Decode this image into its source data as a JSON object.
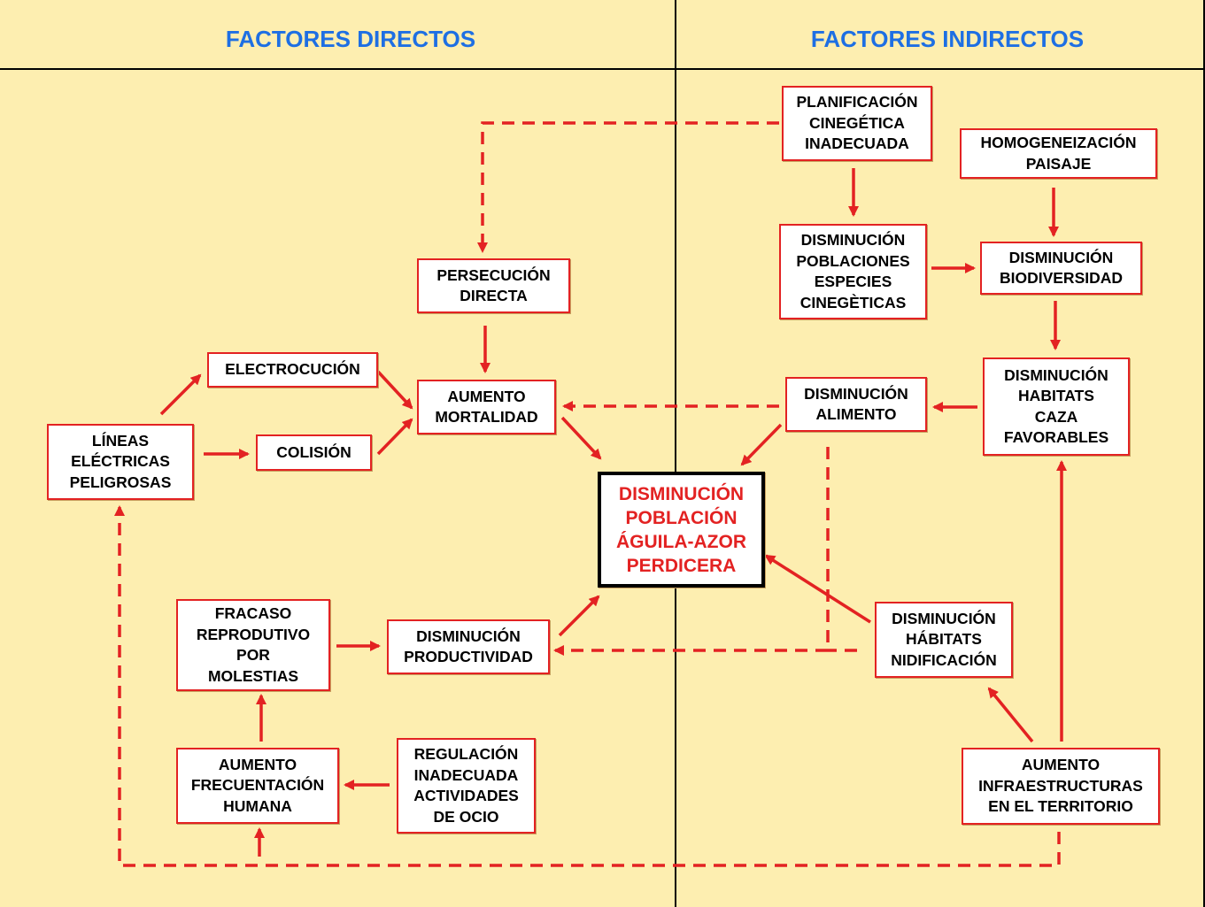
{
  "columns": {
    "direct": "FACTORES DIRECTOS",
    "indirect": "FACTORES INDIRECTOS"
  },
  "colors": {
    "background": "#fdeeb0",
    "header_text": "#1e6fe3",
    "box_border": "#e32222",
    "arrow": "#e32222",
    "main_border": "#000000",
    "main_text": "#e32222"
  },
  "nodes": {
    "planificacion": "PLANIFICACIÓN\nCINEGÉTICA\nINADECUADA",
    "homogeneizacion": "HOMOGENEIZACIÓN\nPAISAJE",
    "dism_poblaciones": "DISMINUCIÓN\nPOBLACIONES\nESPECIES\nCINEGÈTICAS",
    "dism_biodiversidad": "DISMINUCIÓN\nBIODIVERSIDAD",
    "persecucion": "PERSECUCIÓN\nDIRECTA",
    "electrocucion": "ELECTROCUCIÓN",
    "aumento_mortalidad": "AUMENTO\nMORTALIDAD",
    "dism_alimento": "DISMINUCIÓN\nALIMENTO",
    "dism_habitats_caza": "DISMINUCIÓN\nHABITATS\nCAZA\nFAVORABLES",
    "lineas": "LÍNEAS\nELÉCTRICAS\nPELIGROSAS",
    "colision": "COLISIÓN",
    "main": "DISMINUCIÓN\nPOBLACIÓN\nÁGUILA-AZOR\nPERDICERA",
    "fracaso": "FRACASO\nREPRODUTIVO\nPOR\nMOLESTIAS",
    "dism_productividad": "DISMINUCIÓN\nPRODUCTIVIDAD",
    "dism_habitats_nid": "DISMINUCIÓN\nHÁBITATS\nNIDIFICACIÓN",
    "aumento_frecuentacion": "AUMENTO\nFRECUENTACIÓN\nHUMANA",
    "regulacion": "REGULACIÓN\nINADECUADA\nACTIVIDADES\nDE OCIO",
    "aumento_infra": "AUMENTO\nINFRAESTRUCTURAS\nEN EL TERRITORIO"
  }
}
